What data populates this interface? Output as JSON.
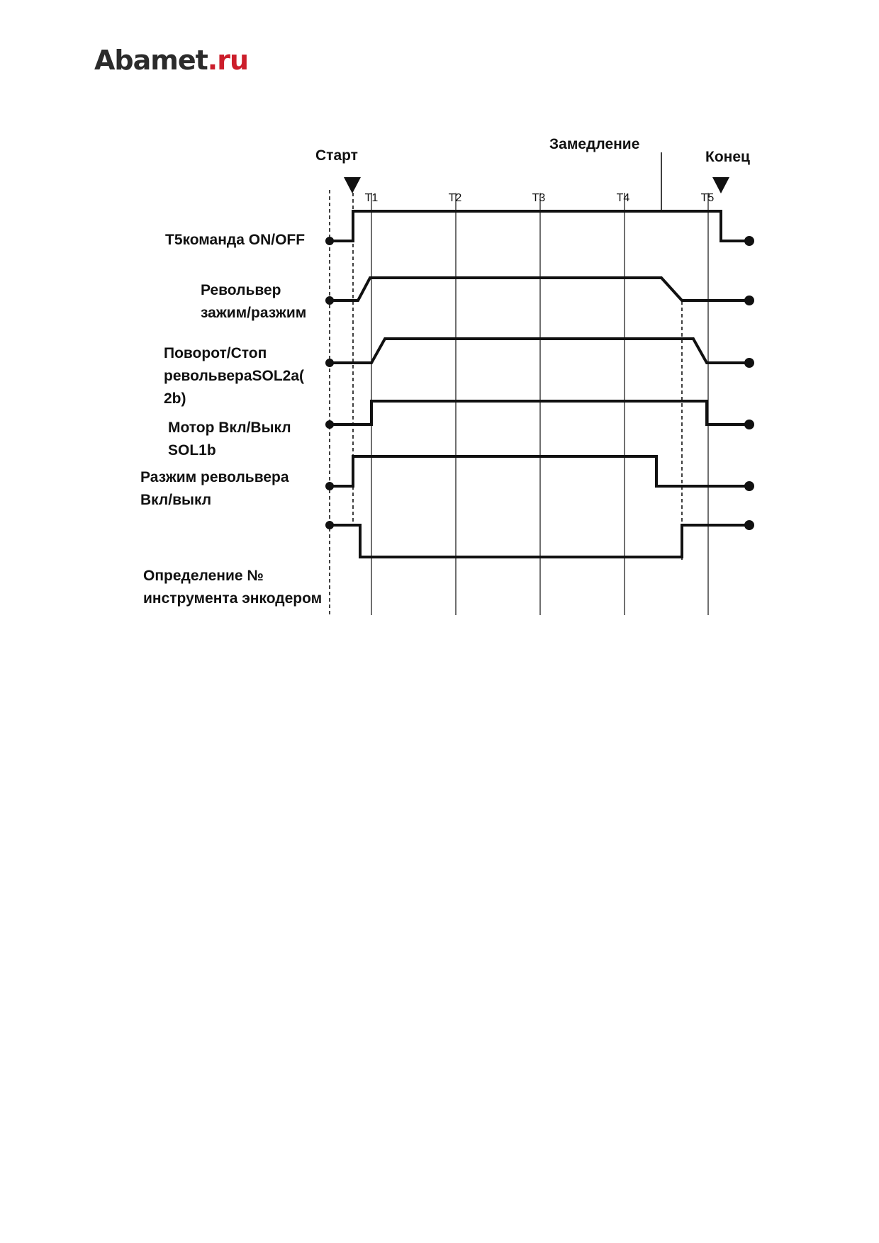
{
  "logo": {
    "main": "Abamet",
    "dot": ".",
    "tld": "ru"
  },
  "colors": {
    "ink": "#111111",
    "brand_red": "#cc1e2b",
    "logo_dark": "#2b2b2b"
  },
  "diagram": {
    "markers": {
      "start": "Старт",
      "slowdown": "Замедление",
      "end": "Конец"
    },
    "ticks": [
      "T1",
      "T2",
      "T3",
      "T4",
      "T5"
    ],
    "signals": [
      {
        "lines": [
          "T5команда ON/OFF"
        ]
      },
      {
        "lines": [
          "Револьвер",
          "зажим/разжим"
        ]
      },
      {
        "lines": [
          "Поворот/Стоп",
          "револьвераSOL2a(",
          "2b)"
        ]
      },
      {
        "lines": [
          "Мотор Вкл/Выкл",
          "SOL1b"
        ]
      },
      {
        "lines": [
          "Разжим револьвера",
          "Вкл/выкл"
        ]
      },
      {
        "lines": [
          "Определение №",
          "инструмента энкодером"
        ]
      }
    ]
  }
}
